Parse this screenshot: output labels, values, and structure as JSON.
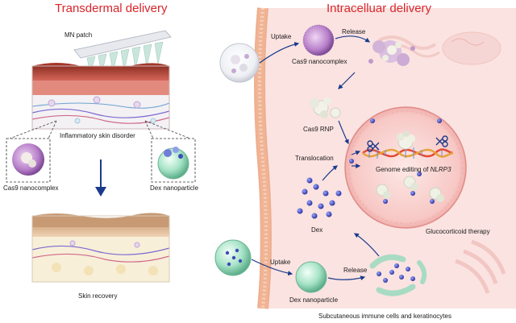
{
  "titles": {
    "left": "Transdermal delivery",
    "right": "Intracelluar delivery"
  },
  "labels": {
    "mn_patch": "MN patch",
    "inflammatory": "Inflammatory skin disorder",
    "cas9_nanocomplex_left": "Cas9 nanocomplex",
    "dex_nanoparticle_left": "Dex nanoparticle",
    "skin_recovery": "Skin recovery",
    "uptake_top": "Uptake",
    "release_top": "Release",
    "cas9_nanocomplex_right": "Cas9 nanocomplex",
    "cas9_rnp": "Cas9 RNP",
    "translocation": "Translocation",
    "genome_editing_prefix": "Genome editing of ",
    "genome_editing_gene": "NLRP3",
    "dex": "Dex",
    "glucocorticoid": "Glucocorticoid therapy",
    "uptake_bottom": "Uptake",
    "release_bottom": "Release",
    "dex_nanoparticle_right": "Dex nanoparticle",
    "caption": "Subcutaneous immune cells and keratinocytes"
  },
  "colors": {
    "title_red": "#d8262b",
    "cell_bg": "#fbe3e1",
    "membrane": "#f2b79e",
    "nucleus": "#f6c2c0",
    "arrow": "#1b3a8c",
    "dex_dot": "#3f4bb7",
    "green_particle": "#8fd6b5",
    "purple_particle": "#b77fc9"
  }
}
